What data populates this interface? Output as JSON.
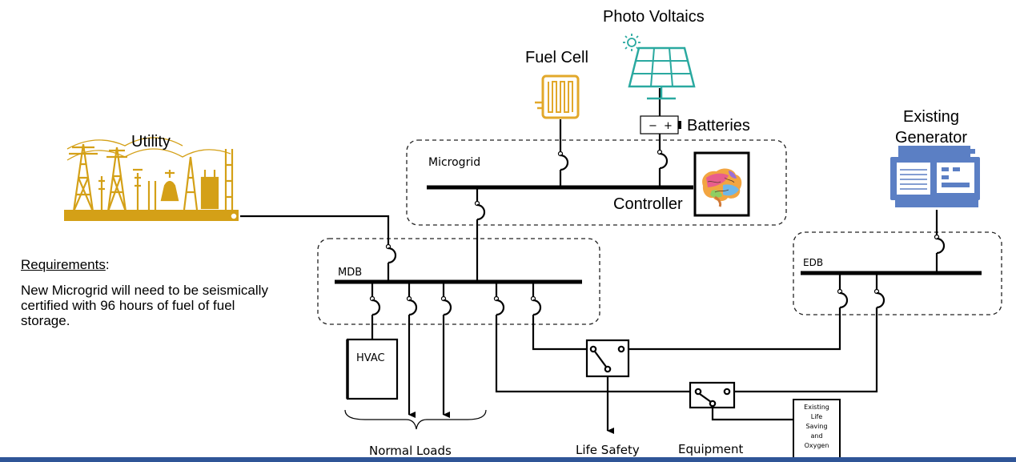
{
  "labels": {
    "photo_voltaics": "Photo Voltaics",
    "fuel_cell": "Fuel Cell",
    "batteries": "Batteries",
    "battery_minus": "−",
    "battery_plus": "+",
    "utility": "Utility",
    "existing": "Existing",
    "generator": "Generator",
    "microgrid": "Microgrid",
    "controller": "Controller",
    "mdb": "MDB",
    "edb": "EDB",
    "hvac": "HVAC",
    "normal_loads": "Normal Loads",
    "life_safety": "Life Safety",
    "equipment": "Equipment",
    "existing_box": [
      "Existing",
      "Life",
      "Saving",
      "and",
      "Oxygen"
    ]
  },
  "requirements": {
    "title": "Requirements",
    "colon": ":",
    "body": "New Microgrid will need to be seismically certified with 96 hours of fuel of fuel storage."
  },
  "colors": {
    "utility_gold": "#d4a017",
    "fuel_cell_gold": "#e2a82b",
    "pv_teal": "#2aa9a0",
    "generator_blue": "#5b7fc4",
    "bottom_bar": "#2f5597"
  }
}
